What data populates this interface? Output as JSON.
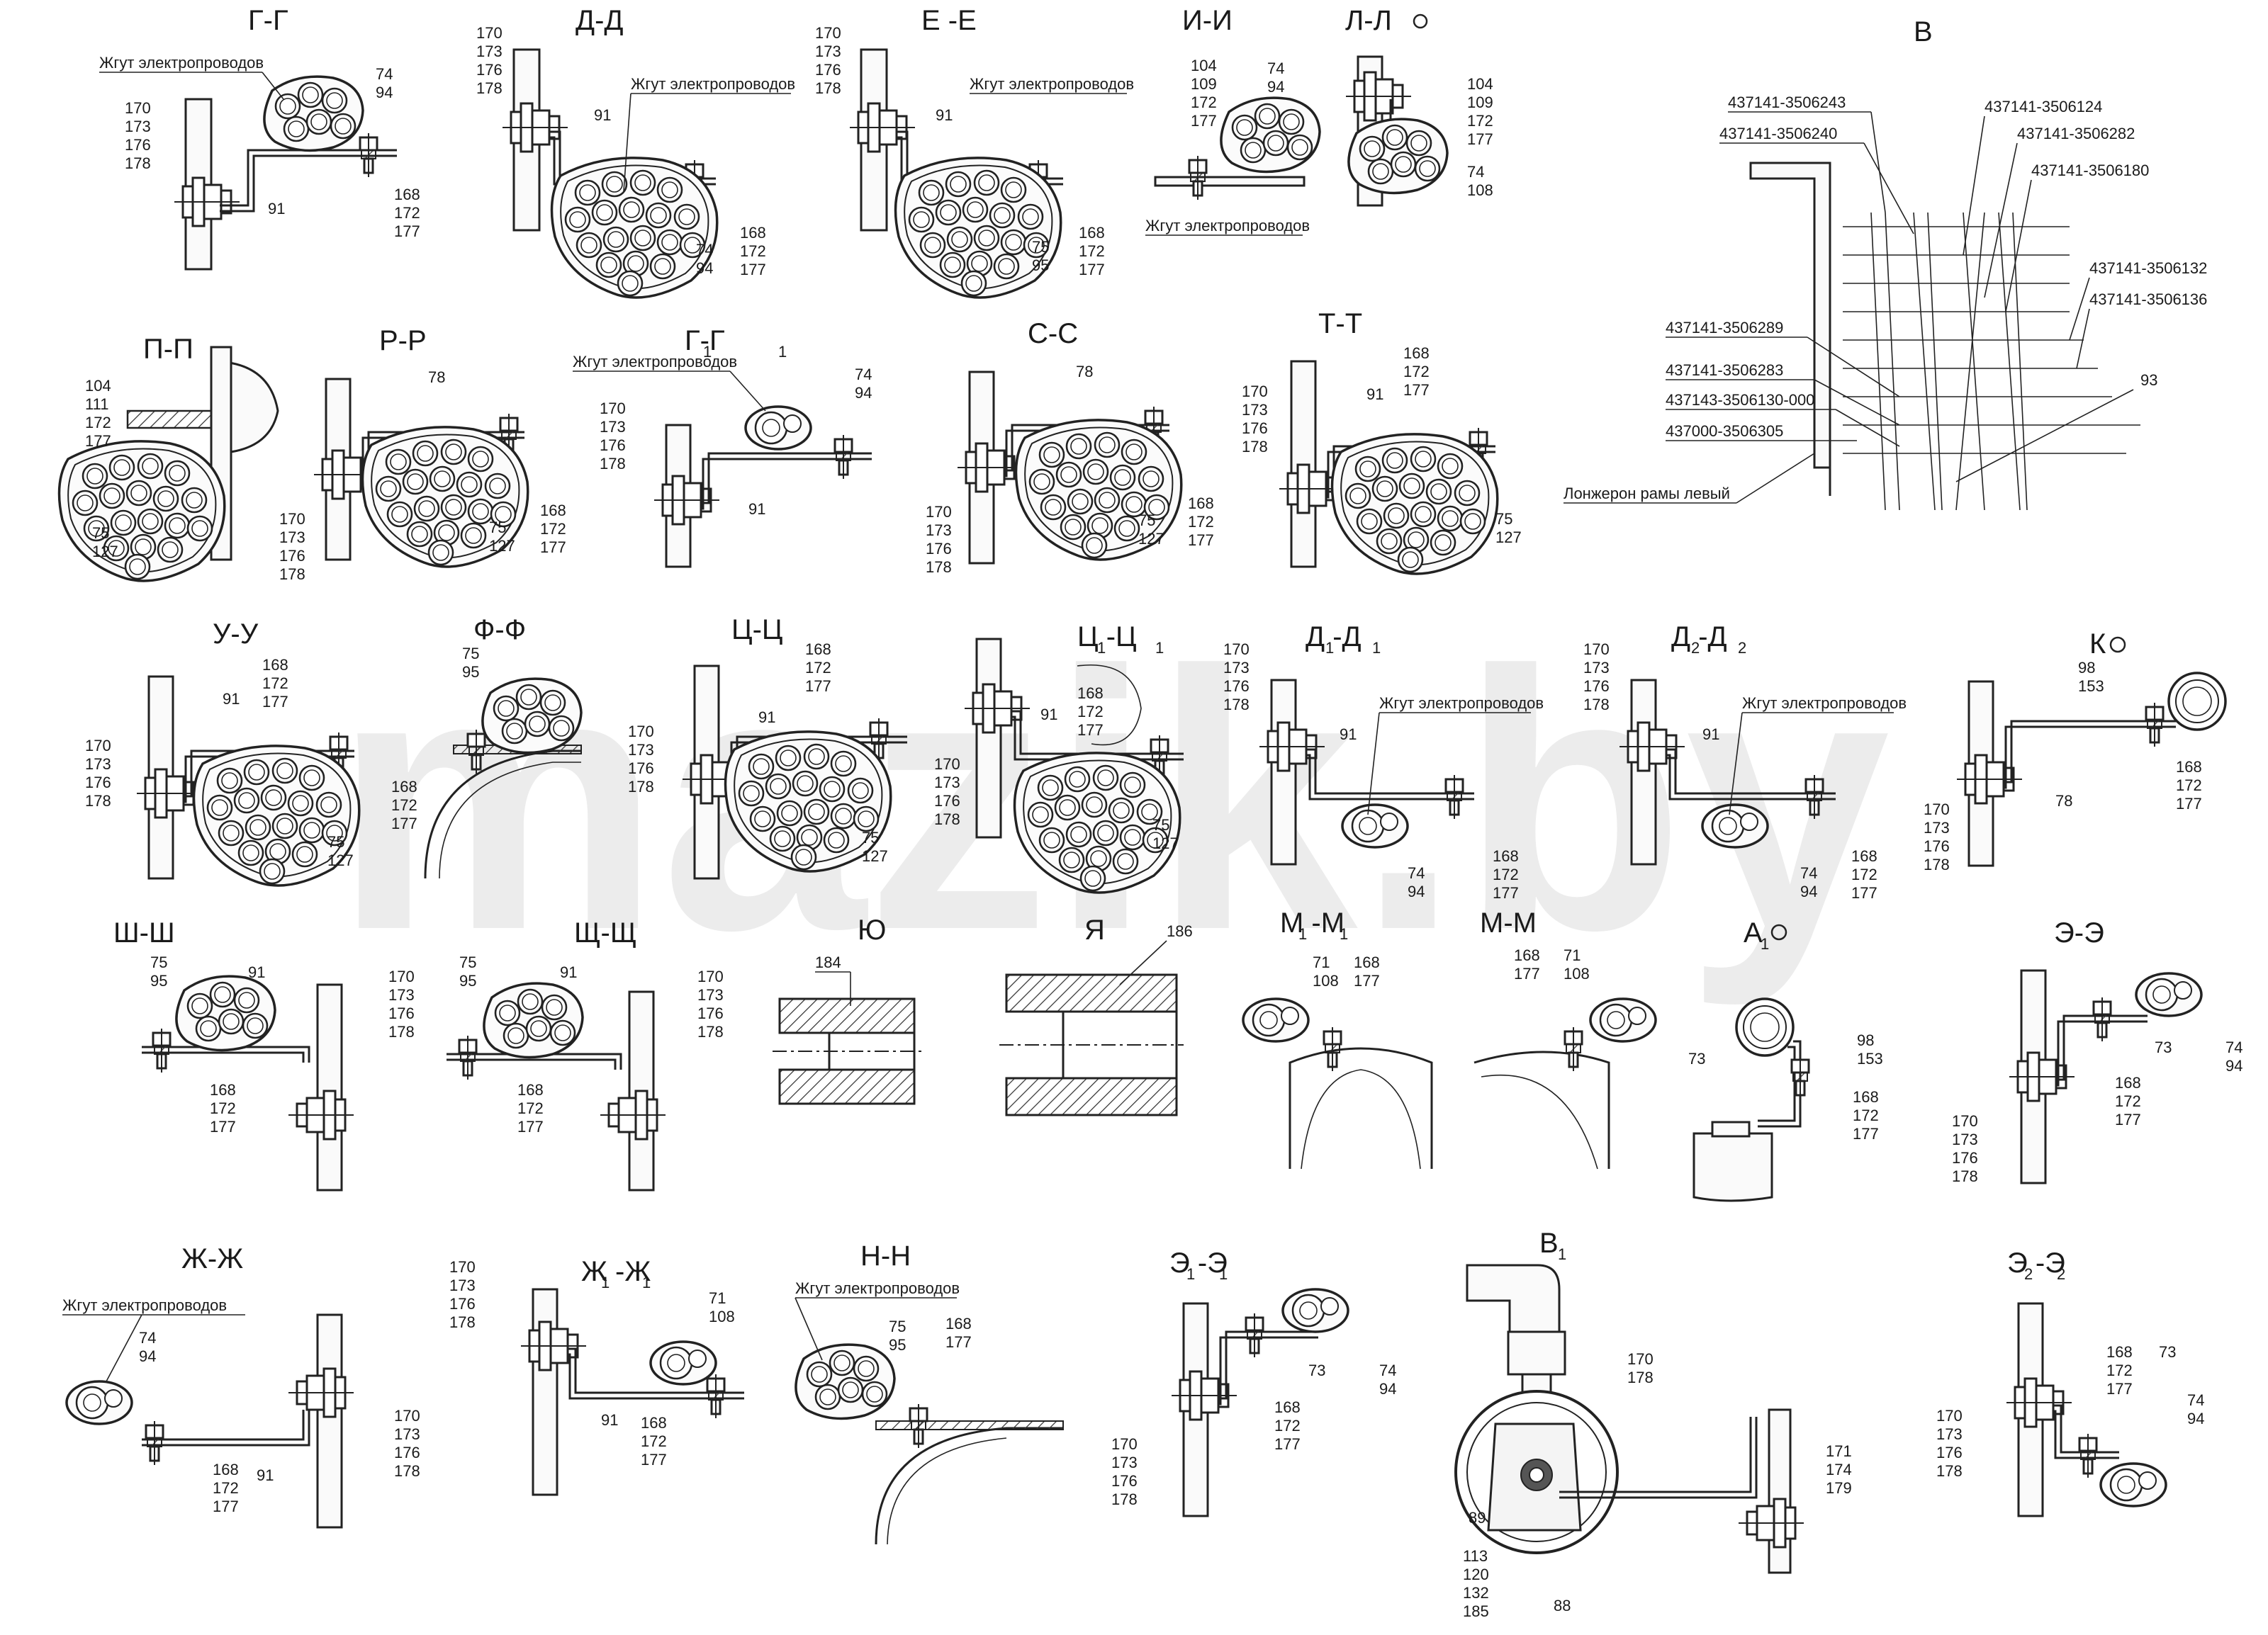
{
  "watermark": "mazik.by",
  "common": {
    "harness": "Жгут электропроводов",
    "frame_label": "Лонжерон рамы левый"
  },
  "views": [
    {
      "id": "gg",
      "title": "Г-Г",
      "labels": [
        "170",
        "173",
        "176",
        "178"
      ],
      "clip": [
        "74",
        "94"
      ],
      "nut": [
        "168",
        "172",
        "177"
      ],
      "bracket": "91",
      "harness": true
    },
    {
      "id": "dd",
      "title": "Д-Д",
      "labels": [
        "170",
        "173",
        "176",
        "178"
      ],
      "clip": [
        "74",
        "94"
      ],
      "nut": [
        "168",
        "172",
        "177"
      ],
      "bracket": "91",
      "harness": true
    },
    {
      "id": "ee",
      "title": "Е -Е",
      "labels": [
        "170",
        "173",
        "176",
        "178"
      ],
      "clip": [
        "75",
        "95"
      ],
      "nut": [
        "168",
        "172",
        "177"
      ],
      "bracket": "91",
      "harness": true
    },
    {
      "id": "ii",
      "title": "И-И",
      "labels": [
        "104",
        "109",
        "172",
        "177"
      ],
      "clip": [
        "74",
        "94"
      ],
      "harness": true
    },
    {
      "id": "ll",
      "title": "Л-Л",
      "labels": [
        "104",
        "109",
        "172",
        "177"
      ],
      "clip": [
        "74",
        "108"
      ]
    },
    {
      "id": "pp",
      "title": "П-П",
      "labels": [
        "104",
        "111",
        "172",
        "177"
      ],
      "clip": [
        "75",
        "127"
      ]
    },
    {
      "id": "rr",
      "title": "Р-Р",
      "labels": [
        "170",
        "173",
        "176",
        "178"
      ],
      "clip": [
        "75",
        "127"
      ],
      "nut": [
        "168",
        "172",
        "177"
      ],
      "bracket": "78"
    },
    {
      "id": "g1",
      "title": "Г-Г",
      "sub": "1",
      "labels": [
        "170",
        "173",
        "176",
        "178"
      ],
      "clip": [
        "74",
        "94"
      ],
      "bracket": "91",
      "harness": true
    },
    {
      "id": "ss",
      "title": "С-С",
      "labels": [
        "170",
        "173",
        "176",
        "178"
      ],
      "clip": [
        "75",
        "127"
      ],
      "nut": [
        "168",
        "172",
        "177"
      ],
      "bracket": "78"
    },
    {
      "id": "tt",
      "title": "Т-Т",
      "labels": [
        "170",
        "173",
        "176",
        "178"
      ],
      "clip": [
        "75",
        "127"
      ],
      "nut": [
        "168",
        "172",
        "177"
      ],
      "bracket": "91"
    },
    {
      "id": "uu",
      "title": "У-У",
      "labels": [
        "170",
        "173",
        "176",
        "178"
      ],
      "clip": [
        "75",
        "127"
      ],
      "nut": [
        "168",
        "172",
        "177"
      ],
      "bracket": "91"
    },
    {
      "id": "ff",
      "title": "Ф-Ф",
      "clip": [
        "75",
        "95"
      ],
      "nut": [
        "168",
        "172",
        "177"
      ]
    },
    {
      "id": "cc",
      "title": "Ц-Ц",
      "labels": [
        "170",
        "173",
        "176",
        "178"
      ],
      "clip": [
        "75",
        "127"
      ],
      "nut": [
        "168",
        "172",
        "177"
      ],
      "bracket": "91"
    },
    {
      "id": "c1",
      "title": "Ц -Ц",
      "sub": "1",
      "labels": [
        "170",
        "173",
        "176",
        "178"
      ],
      "clip": [
        "75",
        "127"
      ],
      "nut": [
        "168",
        "172",
        "177"
      ],
      "bracket": "91"
    },
    {
      "id": "d1",
      "title": "Д -Д",
      "sub": "1",
      "labels": [
        "170",
        "173",
        "176",
        "178"
      ],
      "clip": [
        "74",
        "94"
      ],
      "nut": [
        "168",
        "172",
        "177"
      ],
      "bracket": "91",
      "harness": true
    },
    {
      "id": "d2",
      "title": "Д -Д",
      "sub": "2",
      "labels": [
        "170",
        "173",
        "176",
        "178"
      ],
      "clip": [
        "74",
        "94"
      ],
      "nut": [
        "168",
        "172",
        "177"
      ],
      "bracket": "91",
      "harness": true
    },
    {
      "id": "kk",
      "title": "К",
      "labels": [
        "170",
        "173",
        "176",
        "178"
      ],
      "clip": [
        "98",
        "153"
      ],
      "nut": [
        "168",
        "172",
        "177"
      ],
      "bracket": "78"
    },
    {
      "id": "sh",
      "title": "Ш-Ш",
      "labels": [
        "170",
        "173",
        "176",
        "178"
      ],
      "clip": [
        "75",
        "95"
      ],
      "nut": [
        "168",
        "172",
        "177"
      ],
      "bracket": "91"
    },
    {
      "id": "shch",
      "title": "Щ-Щ",
      "labels": [
        "170",
        "173",
        "176",
        "178"
      ],
      "clip": [
        "75",
        "95"
      ],
      "nut": [
        "168",
        "172",
        "177"
      ],
      "bracket": "91"
    },
    {
      "id": "yu",
      "title": "Ю",
      "part": "184"
    },
    {
      "id": "ya",
      "title": "Я",
      "part": "186"
    },
    {
      "id": "m1",
      "title": "М -М",
      "sub": "1",
      "clip": [
        "71",
        "108"
      ],
      "nut": [
        "168",
        "177"
      ]
    },
    {
      "id": "mm",
      "title": "М-М",
      "clip": [
        "71",
        "108"
      ],
      "nut": [
        "168",
        "177"
      ]
    },
    {
      "id": "a1",
      "title": "А",
      "sub": "1",
      "clip": [
        "98",
        "153"
      ],
      "nut": [
        "168",
        "172",
        "177"
      ],
      "bracket": "73"
    },
    {
      "id": "ee3",
      "title": "Э-Э",
      "labels": [
        "170",
        "173",
        "176",
        "178"
      ],
      "clip": [
        "74",
        "94"
      ],
      "nut": [
        "168",
        "172",
        "177"
      ],
      "bracket": "73"
    },
    {
      "id": "zhzh",
      "title": "Ж-Ж",
      "labels": [
        "170",
        "173",
        "176",
        "178"
      ],
      "clip": [
        "74",
        "94"
      ],
      "nut": [
        "168",
        "172",
        "177"
      ],
      "bracket": "91",
      "harness": true
    },
    {
      "id": "zh1",
      "title": "Ж -Ж",
      "sub": "1",
      "labels": [
        "170",
        "173",
        "176",
        "178"
      ],
      "clip": [
        "71",
        "108"
      ],
      "nut": [
        "168",
        "172",
        "177"
      ],
      "bracket": "91"
    },
    {
      "id": "nn",
      "title": "Н-Н",
      "clip": [
        "75",
        "95"
      ],
      "nut": [
        "168",
        "177"
      ],
      "harness": true
    },
    {
      "id": "e1",
      "title": "Э -Э",
      "sub": "1",
      "labels": [
        "170",
        "173",
        "176",
        "178"
      ],
      "clip": [
        "74",
        "94"
      ],
      "nut": [
        "168",
        "172",
        "177"
      ],
      "bracket": "73"
    },
    {
      "id": "v1",
      "title": "В",
      "sub": "1",
      "labels": [
        "170",
        "178"
      ],
      "parts_a": [
        "89"
      ],
      "parts_b": [
        "113",
        "120",
        "132",
        "185"
      ],
      "parts_c": [
        "171",
        "174",
        "179"
      ],
      "bracket": "88"
    },
    {
      "id": "e2",
      "title": "Э -Э",
      "sub": "2",
      "labels": [
        "170",
        "173",
        "176",
        "178"
      ],
      "clip": [
        "74",
        "94"
      ],
      "nut": [
        "168",
        "172",
        "177"
      ],
      "bracket": "73"
    }
  ],
  "view_b": {
    "title": "В",
    "pipes_left": [
      "437141-3506243",
      "437141-3506240",
      "437141-3506289",
      "437141-3506283",
      "437143-3506130-000",
      "437000-3506305"
    ],
    "pipes_right": [
      "437141-3506124",
      "437141-3506282",
      "437141-3506180",
      "437141-3506132",
      "437141-3506136"
    ],
    "clip": "93"
  }
}
